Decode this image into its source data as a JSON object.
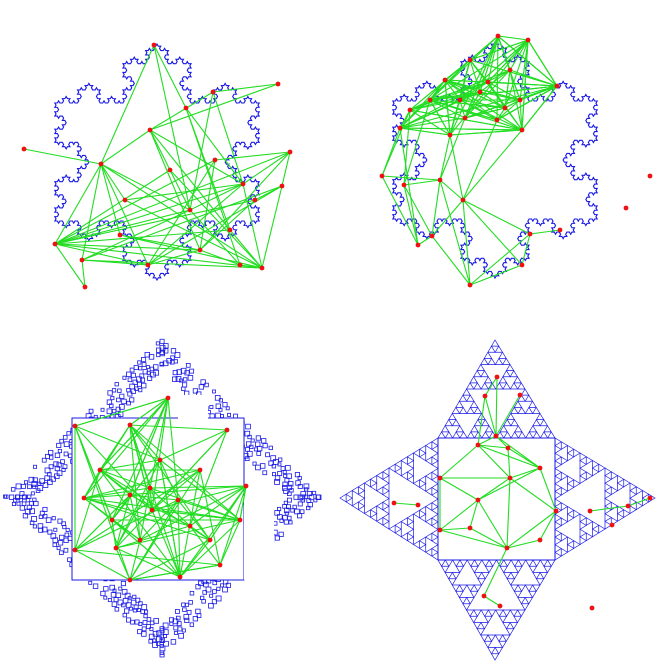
{
  "figure": {
    "panels": [
      {
        "id": "top-left",
        "boundary": "koch-snowflake"
      },
      {
        "id": "top-right",
        "boundary": "koch-snowflake"
      },
      {
        "id": "bottom-left",
        "boundary": "fractal-diamond"
      },
      {
        "id": "bottom-right",
        "boundary": "sierpinski-star"
      }
    ]
  },
  "colors": {
    "boundary": "#1a1ae6",
    "edge": "#22dd22",
    "node": "#ee1111",
    "background": "#ffffff"
  }
}
